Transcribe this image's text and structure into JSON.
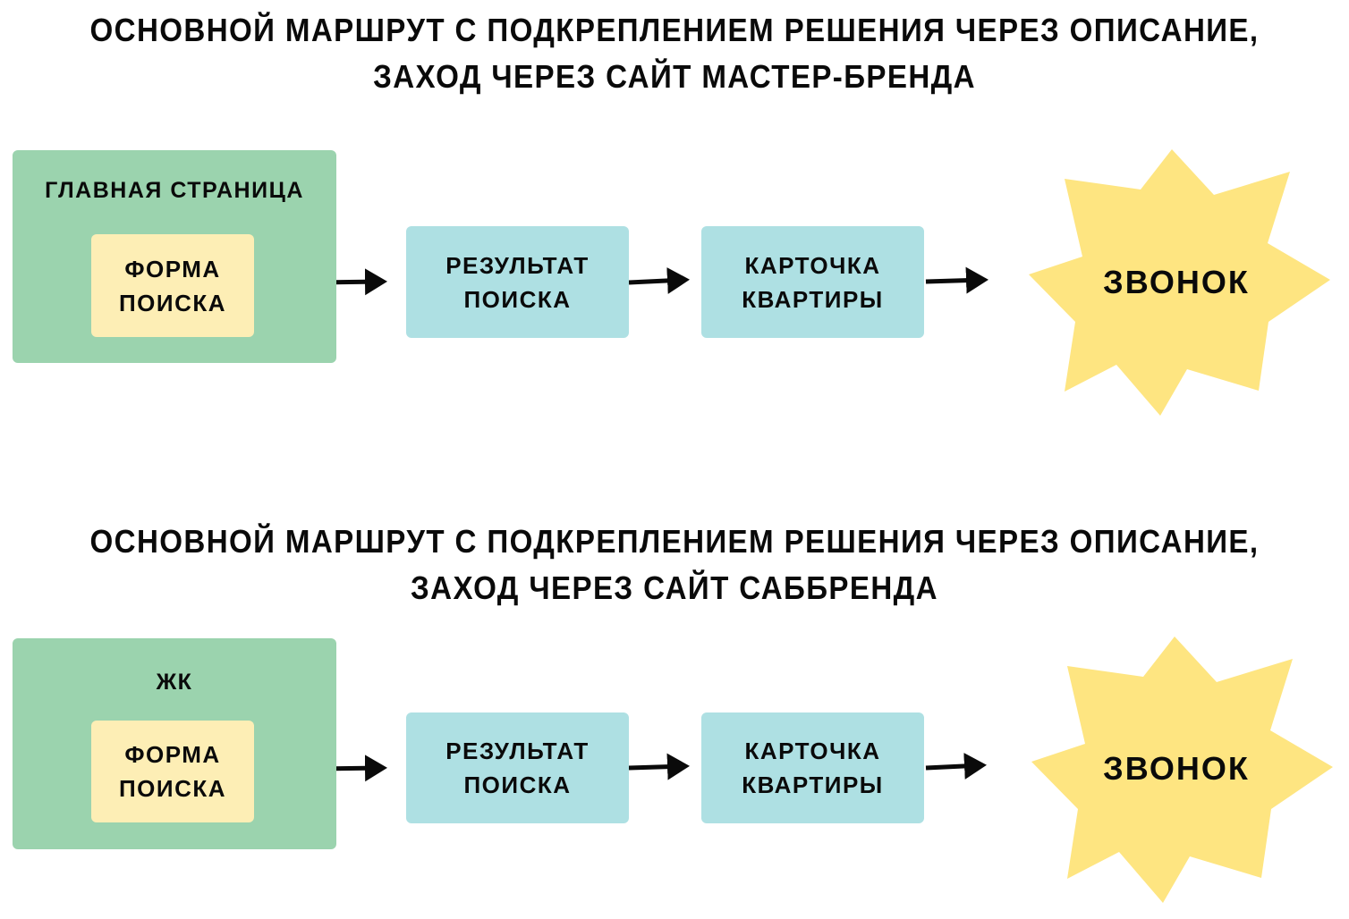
{
  "routes": [
    {
      "title_line1": "ОСНОВНОЙ МАРШРУТ С ПОДКРЕПЛЕНИЕМ РЕШЕНИЯ ЧЕРЕЗ ОПИСАНИЕ,",
      "title_line2": "ЗАХОД ЧЕРЕЗ САЙТ МАСТЕР-БРЕНДА",
      "entry": "ГЛАВНАЯ СТРАНИЦА",
      "form_line1": "ФОРМА",
      "form_line2": "ПОИСКА",
      "results_line1": "РЕЗУЛЬТАТ",
      "results_line2": "ПОИСКА",
      "card_line1": "КАРТОЧКА",
      "card_line2": "КВАРТИРЫ",
      "goal": "ЗВОНОК"
    },
    {
      "title_line1": "ОСНОВНОЙ МАРШРУТ С ПОДКРЕПЛЕНИЕМ РЕШЕНИЯ ЧЕРЕЗ ОПИСАНИЕ,",
      "title_line2": "ЗАХОД ЧЕРЕЗ САЙТ САББРЕНДА",
      "entry": "ЖК",
      "form_line1": "ФОРМА",
      "form_line2": "ПОИСКА",
      "results_line1": "РЕЗУЛЬТАТ",
      "results_line2": "ПОИСКА",
      "card_line1": "КАРТОЧКА",
      "card_line2": "КВАРТИРЫ",
      "goal": "ЗВОНОК"
    }
  ],
  "colors": {
    "entry": "#9bd3ae",
    "form": "#fdeeb5",
    "step": "#aee0e3",
    "goal": "#fee581",
    "arrow": "#0a0a0a"
  }
}
